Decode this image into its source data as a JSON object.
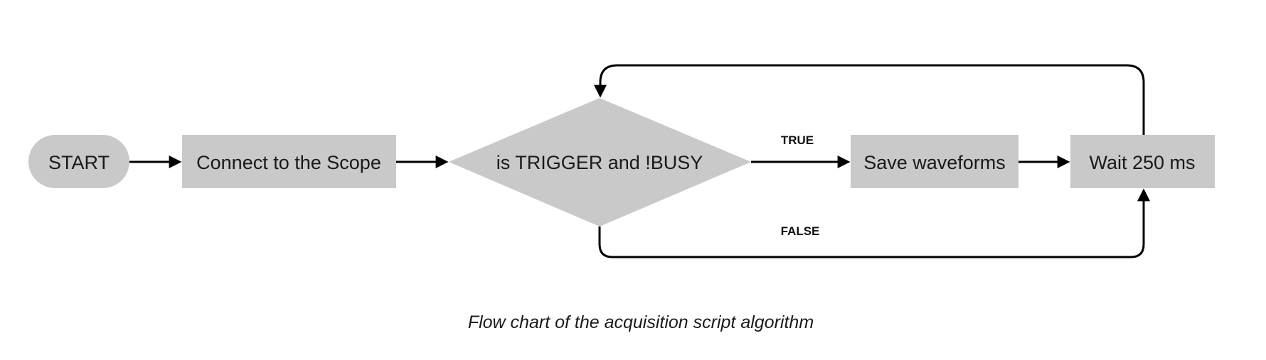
{
  "diagram": {
    "caption": "Flow chart of the acquisition script algorithm",
    "nodes": {
      "start": {
        "label": "START",
        "type": "terminator"
      },
      "connect": {
        "label": "Connect to the Scope",
        "type": "process"
      },
      "decision": {
        "label": "is TRIGGER and !BUSY",
        "type": "decision"
      },
      "save": {
        "label": "Save waveforms",
        "type": "process"
      },
      "wait": {
        "label": "Wait 250 ms",
        "type": "process"
      }
    },
    "edge_labels": {
      "true_branch": "TRUE",
      "false_branch": "FALSE"
    },
    "colors": {
      "node_fill": "#c9c9c9",
      "line": "#000000",
      "text": "#1a1a1a",
      "background": "#ffffff"
    }
  }
}
